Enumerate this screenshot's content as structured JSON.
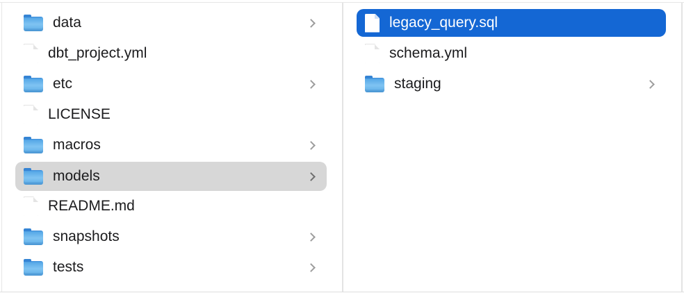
{
  "app": {
    "view": "finder-column-browser"
  },
  "colors": {
    "selection_active": "#1467d4",
    "selection_inactive": "#d7d7d7",
    "selected_text": "#ffffff",
    "text": "#1b1b1d",
    "divider": "#e3e3e3",
    "chevron": "#9d9d9d",
    "chevron_on_inactive_selection": "#6f6f6f",
    "folder_blue": "#7fc3f2",
    "background": "#ffffff"
  },
  "columns": [
    {
      "name": "left-column",
      "items": [
        {
          "label": "data",
          "type": "folder",
          "chevron": true,
          "selected": false
        },
        {
          "label": "dbt_project.yml",
          "type": "file",
          "chevron": false,
          "selected": false
        },
        {
          "label": "etc",
          "type": "folder",
          "chevron": true,
          "selected": false
        },
        {
          "label": "LICENSE",
          "type": "file",
          "chevron": false,
          "selected": false
        },
        {
          "label": "macros",
          "type": "folder",
          "chevron": true,
          "selected": false
        },
        {
          "label": "models",
          "type": "folder",
          "chevron": true,
          "selected": true,
          "selection_style": "inactive"
        },
        {
          "label": "README.md",
          "type": "file",
          "chevron": false,
          "selected": false
        },
        {
          "label": "snapshots",
          "type": "folder",
          "chevron": true,
          "selected": false
        },
        {
          "label": "tests",
          "type": "folder",
          "chevron": true,
          "selected": false
        }
      ]
    },
    {
      "name": "right-column",
      "items": [
        {
          "label": "legacy_query.sql",
          "type": "file",
          "chevron": false,
          "selected": true,
          "selection_style": "active"
        },
        {
          "label": "schema.yml",
          "type": "file",
          "chevron": false,
          "selected": false
        },
        {
          "label": "staging",
          "type": "folder",
          "chevron": true,
          "selected": false
        }
      ]
    }
  ]
}
